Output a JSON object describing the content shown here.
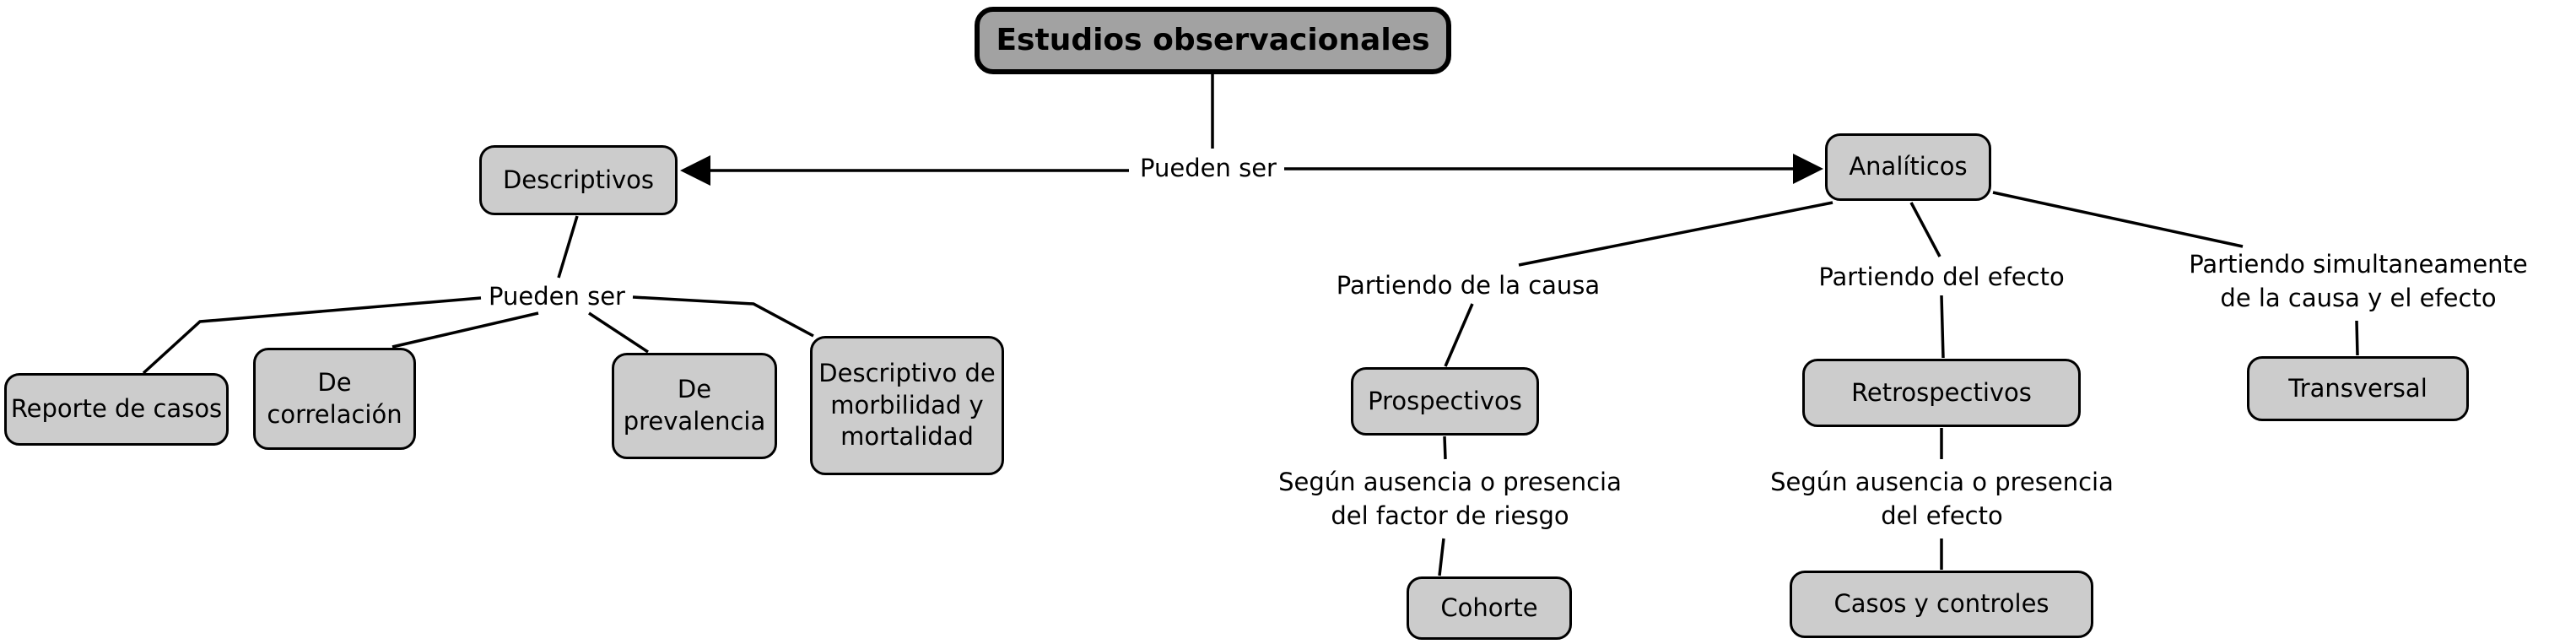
{
  "diagram": {
    "title": "Estudios observacionales",
    "colors": {
      "background": "#ffffff",
      "node_fill": "#cccccc",
      "root_fill": "#a2a2a2",
      "border": "#000000",
      "line": "#000000",
      "text": "#000000"
    },
    "nodes": {
      "root": "Estudios observacionales",
      "descriptivos": "Descriptivos",
      "analiticos": "Analíticos",
      "reporte_casos": "Reporte de casos",
      "correlacion": "De\ncorrelación",
      "prevalencia": "De\nprevalencia",
      "morbilidad": "Descriptivo de\nmorbilidad y\nmortalidad",
      "prospectivos": "Prospectivos",
      "retrospectivos": "Retrospectivos",
      "transversal": "Transversal",
      "cohorte": "Cohorte",
      "casos_controles": "Casos y controles"
    },
    "link_labels": {
      "pueden_ser_root": "Pueden ser",
      "pueden_ser_descriptivos": "Pueden ser",
      "partiendo_causa": "Partiendo de la causa",
      "partiendo_efecto": "Partiendo del efecto",
      "partiendo_simultaneo": "Partiendo simultaneamente\nde la causa y el efecto",
      "segun_factor_riesgo": "Según ausencia o presencia\ndel factor de riesgo",
      "segun_efecto": "Según ausencia o presencia\ndel efecto"
    }
  }
}
